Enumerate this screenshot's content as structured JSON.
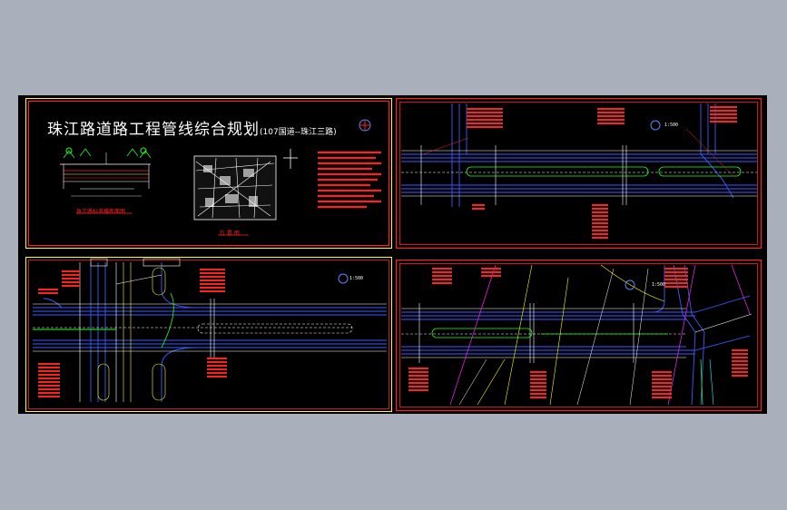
{
  "viewer": {
    "background": "#a9b0bc",
    "drawing_background": "#000000"
  },
  "sheet1": {
    "title": "珠江路道路工程管线综合规划",
    "subtitle": "(107国道--珠江三路)",
    "section_caption": "珠江路标准横断面图",
    "map_caption": "位 置 图"
  },
  "sheet2": {
    "scale_label": "1:500"
  },
  "sheet3": {
    "scale_label": "1:500"
  },
  "sheet4": {
    "scale_label": "1:500"
  },
  "colors": {
    "frame_outer": "#ff2020",
    "frame_inner": "#ffff00",
    "road": "#3a5cff",
    "pipe_white": "#ffffff",
    "median": "#20ff20",
    "labels": "#ff2020",
    "cyan": "#00ffff",
    "magenta": "#ff20ff"
  }
}
